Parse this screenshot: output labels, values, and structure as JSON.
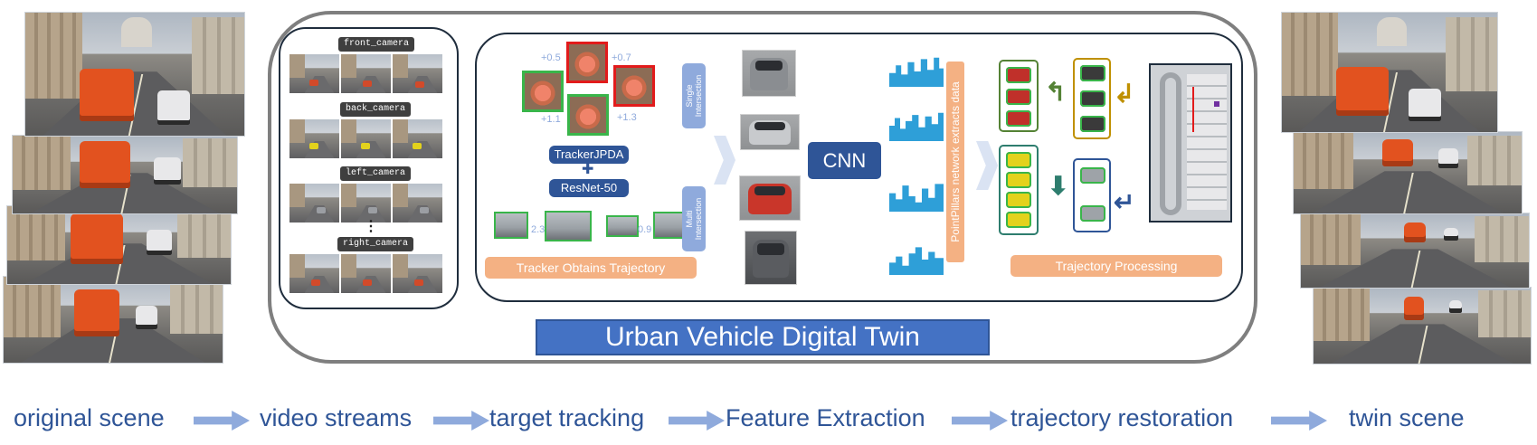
{
  "banner": {
    "title": "Urban Vehicle Digital Twin"
  },
  "cameras": {
    "front": "front_camera",
    "back": "back_camera",
    "left": "left_camera",
    "right": "right_camera",
    "ellipsis": "⋮"
  },
  "tracking": {
    "offsets": [
      "+0.5",
      "+0.7",
      "+1.1",
      "+1.3"
    ],
    "match_labels": [
      "2.3",
      "0.9"
    ],
    "tracker": "TrackerJPDA",
    "plus": "✚",
    "backbone": "ResNet-50",
    "single_tab": "Single\nIntersection",
    "multi_tab": "Multi\nIntersection",
    "band": "Tracker Obtains Trajectory"
  },
  "features": {
    "cnn": "CNN",
    "pointpillars": "PointPillars network extracts data"
  },
  "trajectory": {
    "band": "Trajectory Processing"
  },
  "colors": {
    "accent_blue": "#2f5597",
    "banner_blue": "#4472c4",
    "light_blue": "#8faadc",
    "orange": "#f4b183",
    "histogram": "#2e9fd8",
    "track_green": "#39b54a"
  },
  "pipeline": {
    "stages": [
      "original scene",
      "video streams",
      "target tracking",
      "Feature Extraction",
      "trajectory restoration",
      "twin scene"
    ]
  }
}
